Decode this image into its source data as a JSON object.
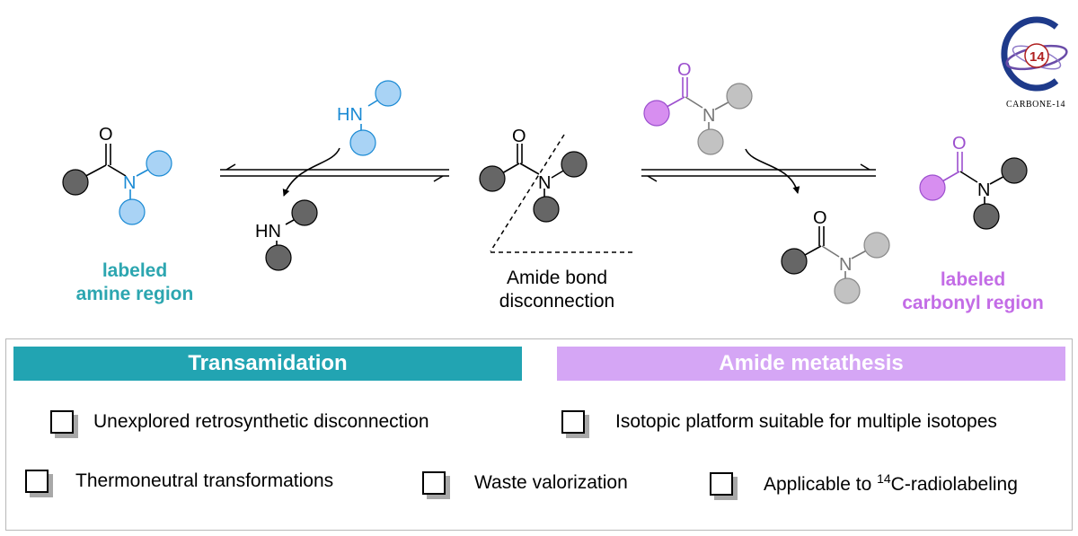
{
  "logo": {
    "number": "14",
    "caption": "CARBONE-14"
  },
  "scheme": {
    "atoms": {
      "oxygen": "O",
      "nitrogen": "N",
      "amine": "HN"
    },
    "left_label": {
      "line1": "labeled",
      "line2": "amine region"
    },
    "right_label": {
      "line1": "labeled",
      "line2": "carbonyl region"
    },
    "center_caption": {
      "line1": "Amide bond",
      "line2": "disconnection"
    }
  },
  "panel": {
    "transamidation_title": "Transamidation",
    "metathesis_title": "Amide metathesis",
    "items": {
      "unexplored": "Unexplored retrosynthetic disconnection",
      "isotopic": "Isotopic platform suitable for multiple isotopes",
      "thermoneutral": "Thermoneutral transformations",
      "waste": "Waste valorization",
      "applicable_prefix": "Applicable to ",
      "applicable_sup": "14",
      "applicable_suffix": "C-radiolabeling"
    }
  },
  "colors": {
    "teal": "#2ca6b0",
    "purple": "#c36ce6",
    "blue_atom": "#1a8ad4",
    "blue_fill": "#a9d3f5",
    "grey_fill": "#666666",
    "light_grey_fill": "#c2c2c2",
    "magenta_fill": "#d78ef0",
    "teal_banner": "#22a4b2",
    "purple_banner": "#d5a6f5"
  },
  "icons": [
    "carbon-14-logo-icon",
    "checkbox-icon"
  ]
}
